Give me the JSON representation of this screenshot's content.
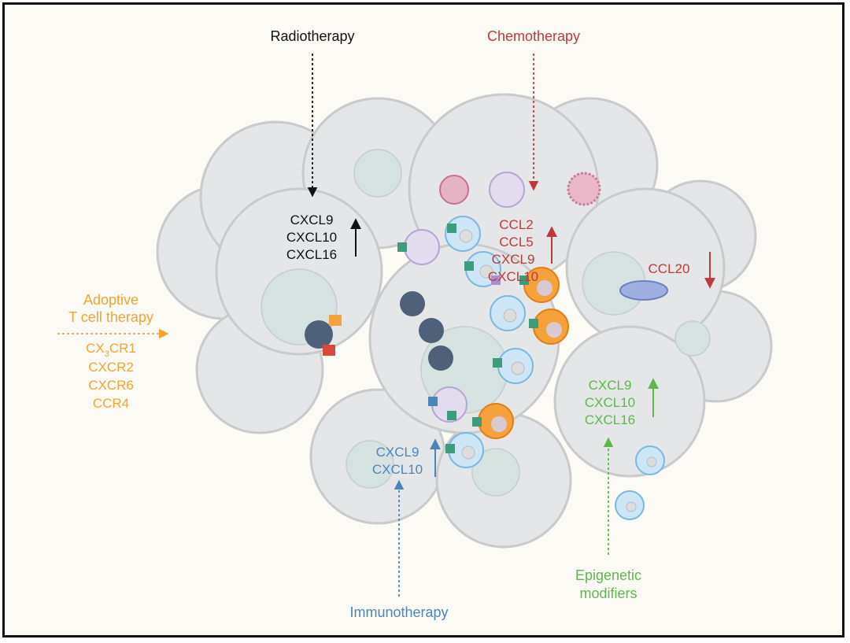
{
  "colors": {
    "radiotherapy": "#111111",
    "chemotherapy": "#c0393b",
    "adoptive": "#f5a32e",
    "immunotherapy": "#4a86b8",
    "epigenetic": "#5cb848",
    "tumor_cell": "#e5e6e7",
    "background": "#fcfaf4"
  },
  "radiotherapy": {
    "title": "Radiotherapy",
    "chemokines": [
      "CXCL9",
      "CXCL10",
      "CXCL16"
    ],
    "direction": "up"
  },
  "chemotherapy": {
    "title": "Chemotherapy",
    "chemokines_up": [
      "CCL2",
      "CCL5",
      "CXCL9",
      "CXCL10"
    ],
    "chemokines_down": [
      "CCL20"
    ]
  },
  "adoptive": {
    "title_line1": "Adoptive",
    "title_line2": "T cell therapy",
    "receptors": [
      "CX",
      "3",
      "CR1",
      "CXCR2",
      "CXCR6",
      "CCR4"
    ]
  },
  "immunotherapy": {
    "title": "Immunotherapy",
    "chemokines": [
      "CXCL9",
      "CXCL10"
    ],
    "direction": "up"
  },
  "epigenetic": {
    "title_line1": "Epigenetic",
    "title_line2": "modifiers",
    "chemokines": [
      "CXCL9",
      "CXCL10",
      "CXCL16"
    ],
    "direction": "up"
  }
}
